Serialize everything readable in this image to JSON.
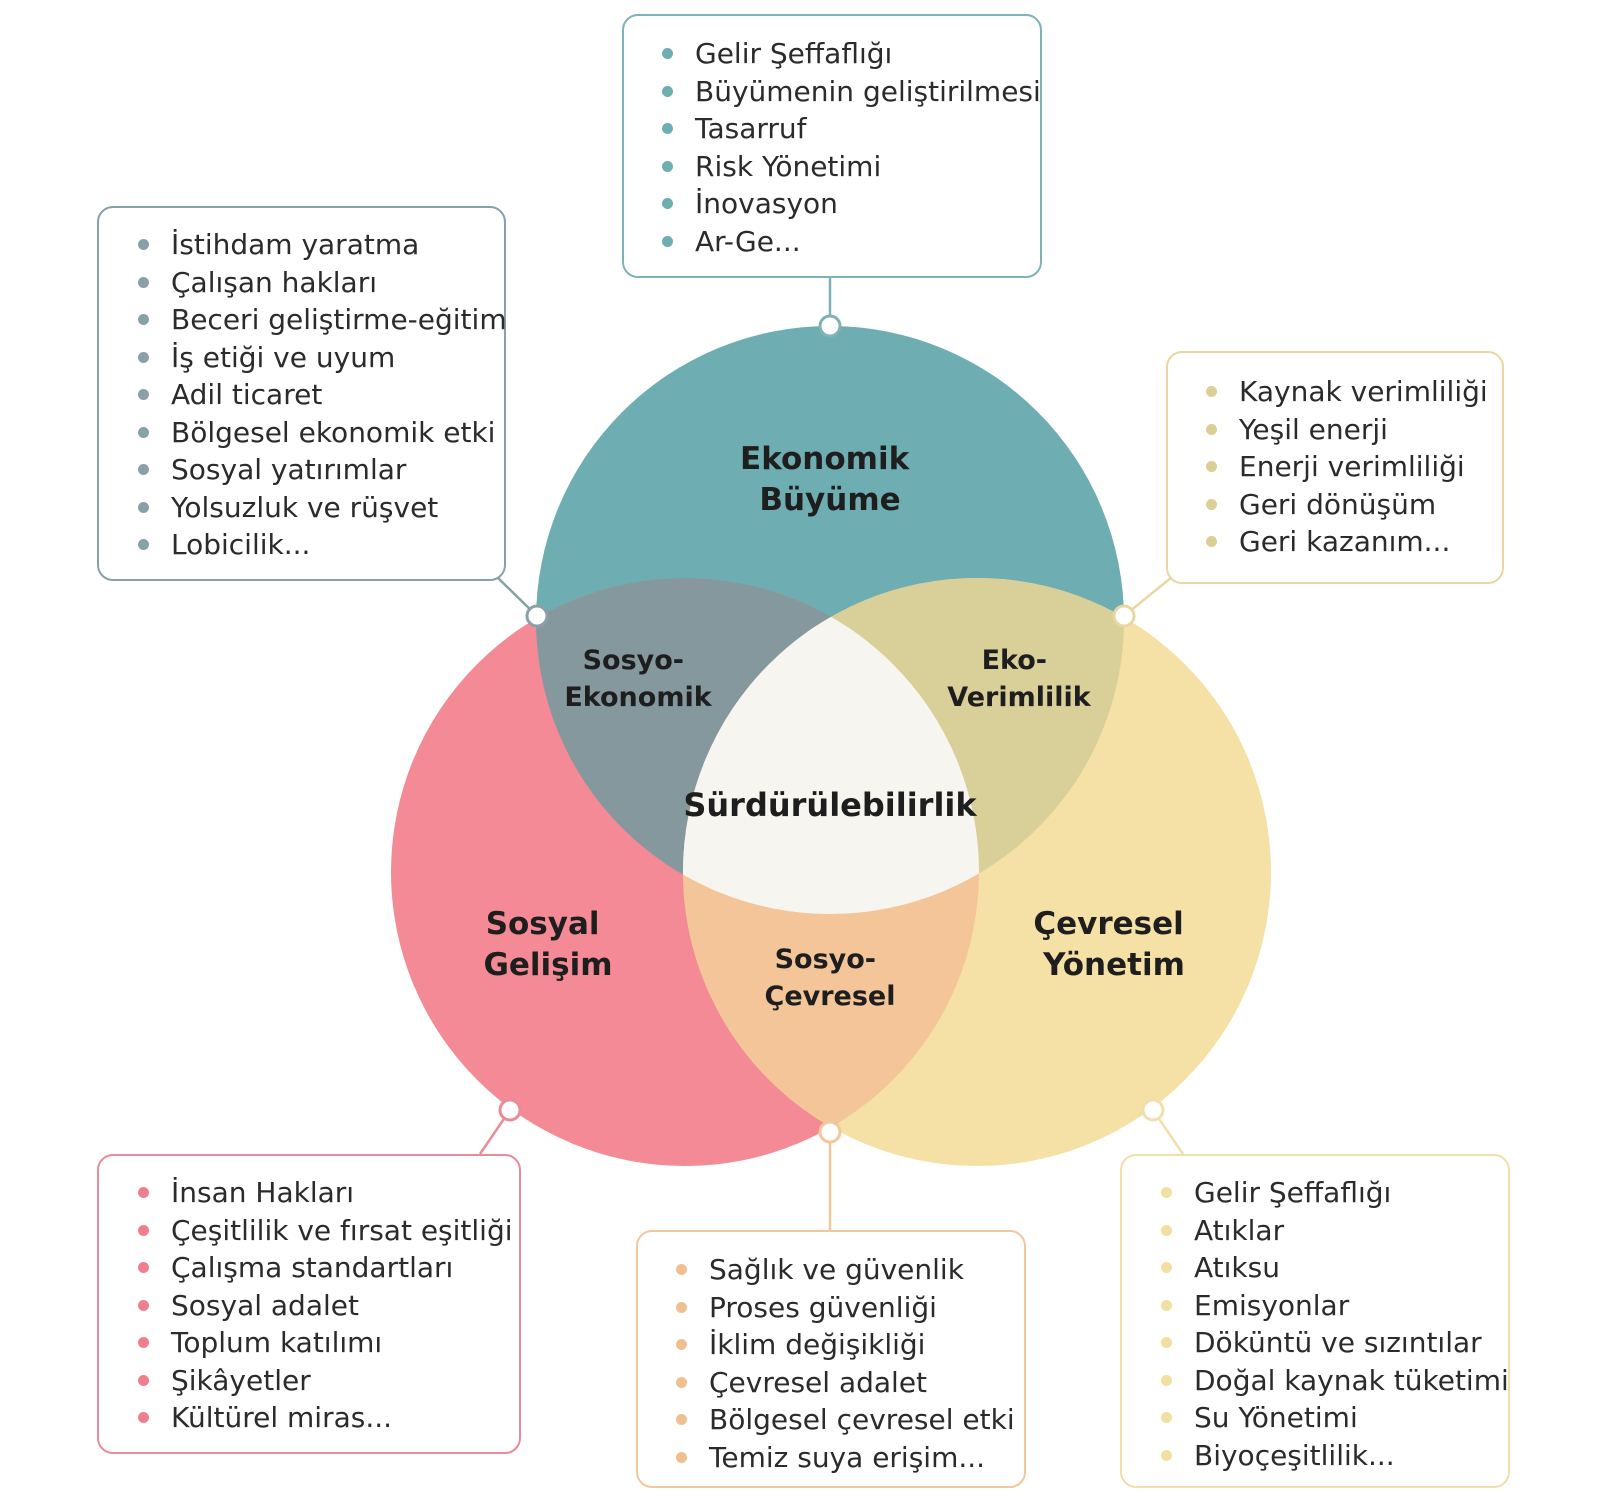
{
  "colors": {
    "econ": "#6eadb1",
    "social": "#f38a96",
    "env": "#f5e0a6",
    "socio_economic": "#85989e",
    "eco_efficiency": "#d9cf98",
    "socio_environmental": "#f3c599",
    "center": "#f7f5f0",
    "econ_border": "#7fb2b5",
    "gov_border": "#8aa0a9",
    "env_border": "#e7d7a4",
    "social_border": "#ec8b98",
    "socenv_border": "#f1c79e",
    "env2_border": "#f1deaa",
    "econ_dot": "#6eadb1",
    "gov_dot": "#8aa0a9",
    "env_dot": "#dccf95",
    "social_dot": "#f07f8e",
    "socenv_dot": "#efc08e",
    "env2_dot": "#f3dfa0"
  },
  "circles": {
    "economic": {
      "line1": "Ekonomik",
      "line2": "Büyüme"
    },
    "social": {
      "line1": "Sosyal",
      "line2": "Gelişim"
    },
    "environmental": {
      "line1": "Çevresel",
      "line2": "Yönetim"
    }
  },
  "overlaps": {
    "socio_economic": {
      "line1": "Sosyo-",
      "line2": "Ekonomik"
    },
    "eco_efficiency": {
      "line1": "Eko-",
      "line2": "Verimlilik"
    },
    "socio_environmental": {
      "line1": "Sosyo-",
      "line2": "Çevresel"
    },
    "center": "Sürdürülebilirlik"
  },
  "lists": {
    "economic": {
      "items": [
        "Gelir Şeffaflığı",
        "Büyümenin geliştirilmesi",
        "Tasarruf",
        "Risk Yönetimi",
        "İnovasyon",
        "Ar-Ge..."
      ]
    },
    "governance": {
      "items": [
        "İstihdam yaratma",
        "Çalışan hakları",
        "Beceri geliştirme-eğitim",
        "İş etiği ve uyum",
        "Adil ticaret",
        "Bölgesel ekonomik etki",
        "Sosyal yatırımlar",
        "Yolsuzluk ve rüşvet",
        "Lobicilik..."
      ]
    },
    "eco_efficiency": {
      "items": [
        "Kaynak verimliliği",
        "Yeşil enerji",
        "Enerji verimliliği",
        "Geri dönüşüm",
        "Geri kazanım..."
      ]
    },
    "social": {
      "items": [
        "İnsan Hakları",
        "Çeşitlilik ve fırsat eşitliği",
        "Çalışma standartları",
        "Sosyal adalet",
        "Toplum katılımı",
        "Şikâyetler",
        "Kültürel miras..."
      ]
    },
    "socio_environmental": {
      "items": [
        "Sağlık ve güvenlik",
        "Proses güvenliği",
        "İklim değişikliği",
        "Çevresel adalet",
        "Bölgesel çevresel etki",
        "Temiz suya erişim..."
      ]
    },
    "environmental": {
      "items": [
        "Gelir Şeffaflığı",
        "Atıklar",
        "Atıksu",
        "Emisyonlar",
        "Döküntü ve sızıntılar",
        "Doğal kaynak tüketimi",
        "Su Yönetimi",
        "Biyoçeşitlilik..."
      ]
    }
  }
}
